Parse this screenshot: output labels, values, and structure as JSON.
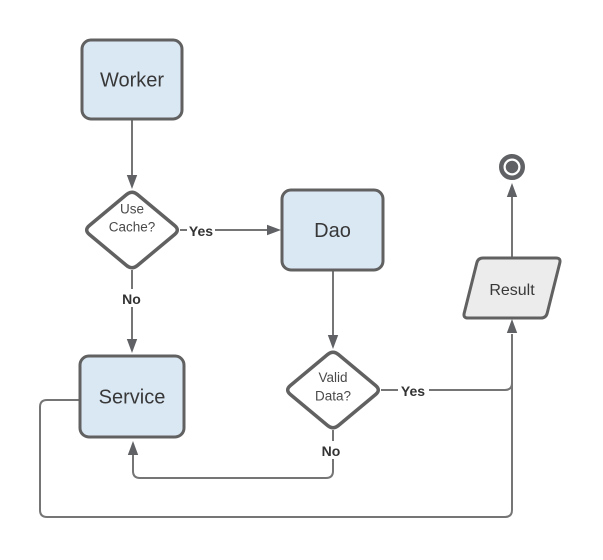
{
  "diagram": {
    "type": "flowchart",
    "background": "#ffffff",
    "colors": {
      "process_fill": "#dae8f4",
      "decision_fill": "#ffffff",
      "result_fill": "#ececec",
      "node_border": "#616161",
      "connector": "#757575",
      "text": "#383838"
    },
    "nodes": {
      "worker": {
        "label": "Worker",
        "shape": "rounded-rectangle"
      },
      "use_cache": {
        "line1": "Use",
        "line2": "Cache?",
        "shape": "decision-diamond"
      },
      "dao": {
        "label": "Dao",
        "shape": "rounded-rectangle"
      },
      "valid_data": {
        "line1": "Valid",
        "line2": "Data?",
        "shape": "decision-diamond"
      },
      "service": {
        "label": "Service",
        "shape": "rounded-rectangle"
      },
      "result": {
        "label": "Result",
        "shape": "parallelogram"
      },
      "end_terminator": {
        "shape": "bullseye-end-node"
      }
    },
    "edge_labels": {
      "use_cache_yes": "Yes",
      "use_cache_no": "No",
      "valid_data_yes": "Yes",
      "valid_data_no": "No"
    },
    "edges": [
      {
        "from": "worker",
        "to": "use_cache",
        "label": ""
      },
      {
        "from": "use_cache",
        "to": "dao",
        "label": "Yes"
      },
      {
        "from": "use_cache",
        "to": "service",
        "label": "No"
      },
      {
        "from": "dao",
        "to": "valid_data",
        "label": ""
      },
      {
        "from": "valid_data",
        "to": "result",
        "label": "Yes"
      },
      {
        "from": "valid_data",
        "to": "service",
        "label": "No"
      },
      {
        "from": "service",
        "to": "result",
        "label": ""
      },
      {
        "from": "result",
        "to": "end_terminator",
        "label": ""
      }
    ]
  }
}
